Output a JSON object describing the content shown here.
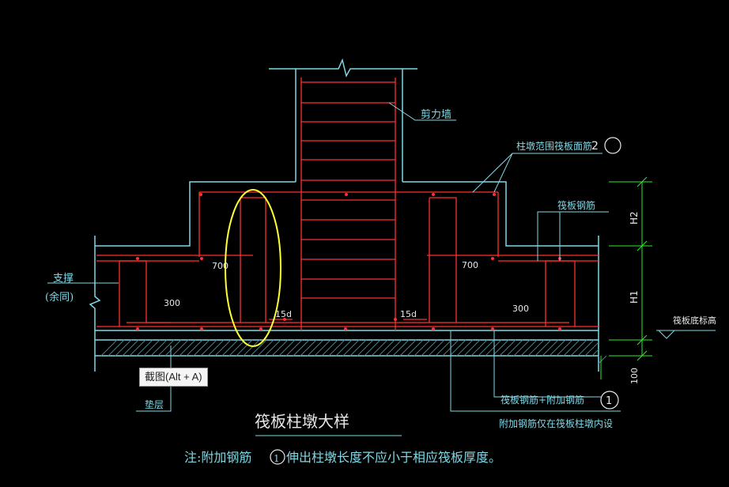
{
  "labels": {
    "shear_wall": "剪力墙",
    "pier_top_bar": "柱墩范围筏板面筋",
    "pier_top_bar_num": "2",
    "raft_bar": "筏板钢筋",
    "support": "支撑",
    "support_note": "(余同)",
    "cushion": "垫层",
    "raft_bottom_elev": "筏板底标高",
    "raft_add_bar": "筏板钢筋+附加钢筋",
    "raft_add_bar_num": "1",
    "add_bar_note": "附加钢筋仅在筏板柱墩内设",
    "title": "筏板柱墩大样",
    "note": "注:附加钢筋",
    "note_num": "1",
    "note_rest": "伸出柱墩长度不应小于相应筏板厚度。"
  },
  "dims": {
    "d700_left": "700",
    "d700_right": "700",
    "d300_left": "300",
    "d300_right": "300",
    "d15d_left": "15d",
    "d15d_right": "15d",
    "h2": "H2",
    "h1": "H1",
    "d100": "100"
  },
  "tooltip": {
    "text": "截图(Alt + A)"
  },
  "colors": {
    "concrete": "#7fd7e6",
    "rebar": "#ff3030",
    "highlight": "#ffff33",
    "dim": "#2ee82e"
  }
}
